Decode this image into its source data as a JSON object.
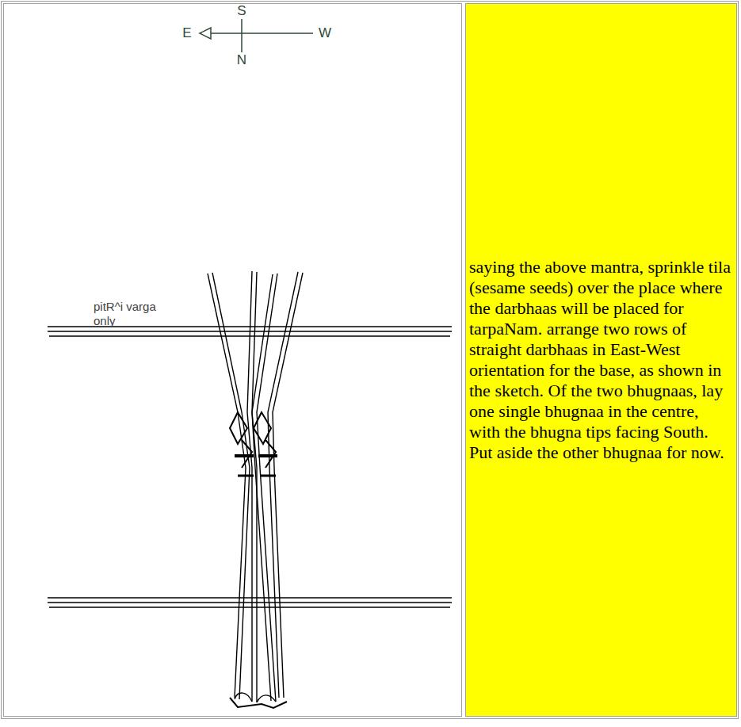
{
  "diagram": {
    "nodes": [
      {
        "text": [
          "saying the above mantra, sprinkle tila (sesame seeds) over the place where the darbhaas will be placed for tarpaNam. arrange two rows of straight darbhaas in East-West orientation for the base, as shown in the sketch. Of the two bhugnaas, lay one single bhugnaa in the centre, with the bhugna tips facing South.",
          "Put aside the other bhugnaa for now."
        ]
      }
    ],
    "labels": [
      "S",
      "E",
      "W",
      "N",
      "pitR^i varga only"
    ]
  }
}
